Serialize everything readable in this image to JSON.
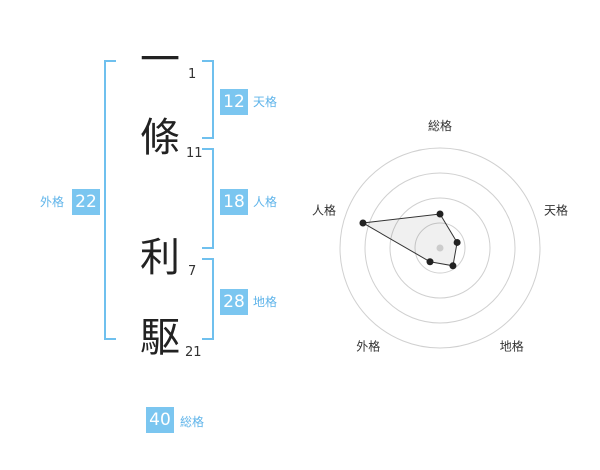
{
  "name": {
    "chars": [
      {
        "char": "一",
        "strokes": "1"
      },
      {
        "char": "條",
        "strokes": "11"
      },
      {
        "char": "利",
        "strokes": "7"
      },
      {
        "char": "駆",
        "strokes": "21"
      }
    ]
  },
  "kaku": {
    "tenkaku": {
      "value": "12",
      "label": "天格"
    },
    "jinkaku": {
      "value": "18",
      "label": "人格"
    },
    "chikaku": {
      "value": "28",
      "label": "地格"
    },
    "gaikaku": {
      "value": "22",
      "label": "外格"
    },
    "soukaku": {
      "value": "40",
      "label": "総格"
    }
  },
  "colors": {
    "accent": "#7bc6f0",
    "bracket": "#6fc0ee",
    "label": "#5fb4ea"
  },
  "chart_data": {
    "type": "radar",
    "axes": [
      "総格",
      "天格",
      "地格",
      "外格",
      "人格"
    ],
    "rings": 4,
    "values": [
      0.34,
      0.18,
      0.22,
      0.17,
      0.81
    ],
    "max": 1
  }
}
